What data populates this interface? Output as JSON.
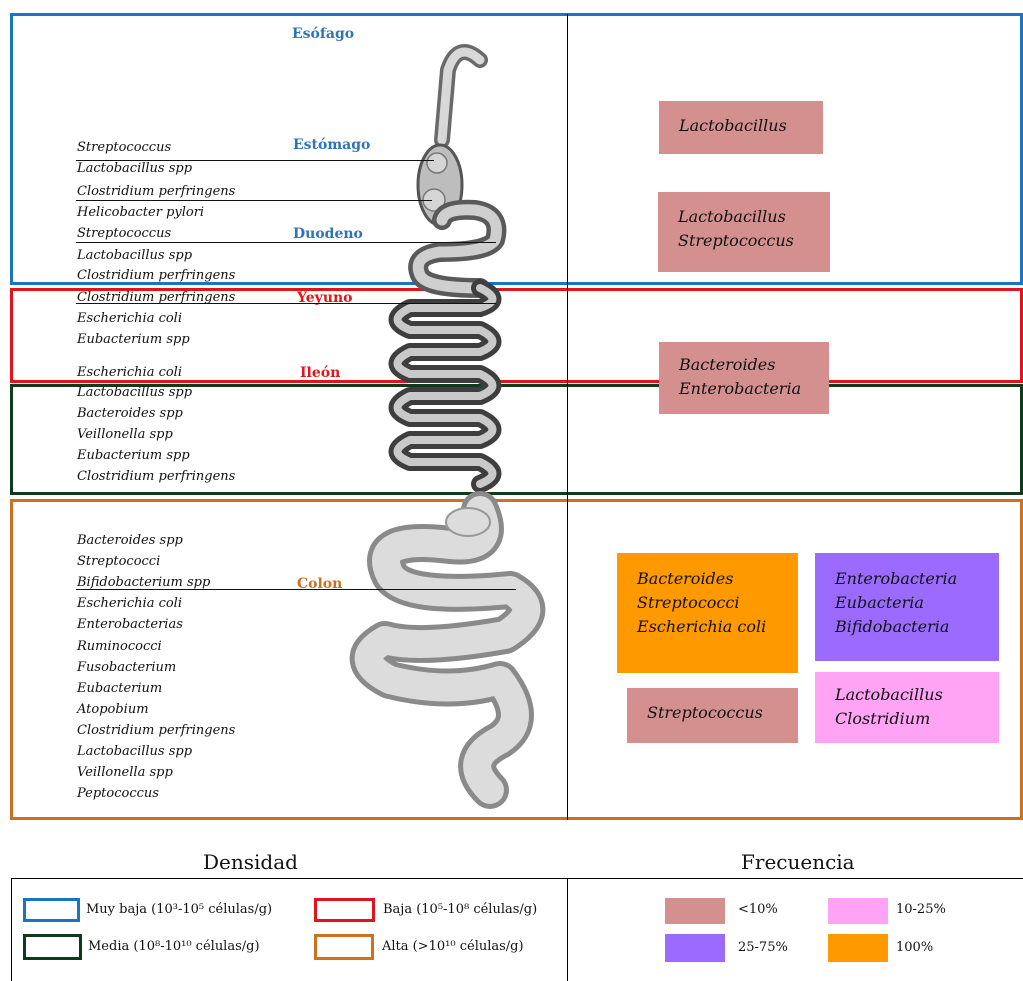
{
  "organs": {
    "esofago": "Esófago",
    "estomago": "Estómago",
    "duodeno": "Duodeno",
    "yeyuno": "Yeyuno",
    "ileon": "Ileón",
    "colon": "Colon"
  },
  "bacteria_lists": {
    "stomach_duodenum": [
      "Streptococcus",
      "Lactobacillus spp",
      "Clostridium perfringens",
      "Helicobacter pylori",
      "Streptococcus",
      "Lactobacillus spp",
      "Clostridium perfringens"
    ],
    "jejunum": [
      "Clostridium perfringens",
      "Escherichia coli",
      "Eubacterium spp"
    ],
    "ileum": [
      "Escherichia coli",
      "Lactobacillus spp",
      "Bacteroides spp",
      "Veillonella spp",
      "Eubacterium spp",
      "Clostridium perfringens"
    ],
    "colon": [
      "Bacteroides spp",
      "Streptococci",
      "Bifidobacterium spp",
      "Escherichia coli",
      "Enterobacterias",
      "Ruminococci",
      "Fusobacterium",
      "Eubacterium",
      "Atopobium",
      "Clostridium perfringens",
      "Lactobacillus spp",
      "Veillonella spp",
      "Peptococcus"
    ]
  },
  "frequency_boxes": {
    "b1": [
      "Lactobacillus"
    ],
    "b2": [
      "Lactobacillus",
      "Streptococcus"
    ],
    "b3": [
      "Bacteroides",
      "Enterobacteria"
    ],
    "b4": [
      "Bacteroides",
      "Streptococci",
      "Escherichia coli"
    ],
    "b5": [
      "Enterobacteria",
      "Eubacteria",
      "Bifidobacteria"
    ],
    "b6": [
      "Streptococcus"
    ],
    "b7": [
      "Lactobacillus",
      "Clostridium"
    ]
  },
  "legend": {
    "density_title": "Densidad",
    "frequency_title": "Frecuencia",
    "density_items": [
      {
        "label": "Muy baja (10³-10⁵ células/g)",
        "color": "#1a74c4"
      },
      {
        "label": "Baja (10⁵-10⁸ células/g)",
        "color": "#e0141c"
      },
      {
        "label": "Media (10⁸-10¹⁰ células/g)",
        "color": "#0e3b1a"
      },
      {
        "label": "Alta (>10¹⁰ células/g)",
        "color": "#d0701e"
      }
    ],
    "frequency_items": [
      {
        "label": "<10%",
        "color": "#d4908f"
      },
      {
        "label": "10-25%",
        "color": "#ffa3f5"
      },
      {
        "label": "25-75%",
        "color": "#9b6bff"
      },
      {
        "label": "100%",
        "color": "#ff9900"
      }
    ]
  },
  "colors": {
    "organ_blue": "#2f74b5",
    "organ_red": "#e0141c",
    "organ_orange": "#d0701e"
  }
}
